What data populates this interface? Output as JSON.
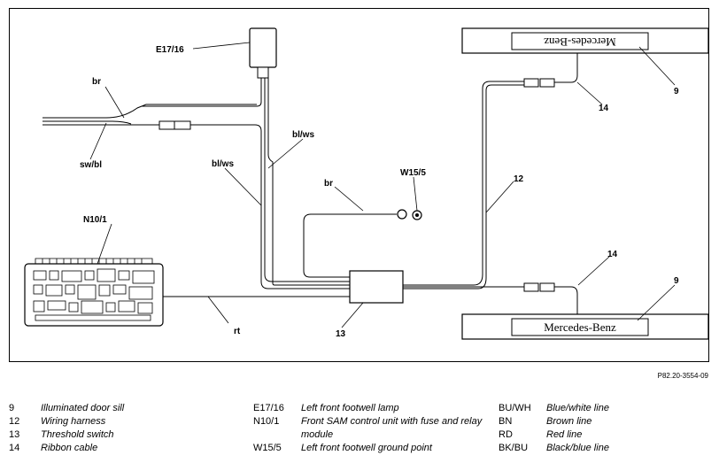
{
  "diagram": {
    "labels": {
      "e17_16": "E17/16",
      "n10_1": "N10/1",
      "w15_5": "W15/5",
      "br_top": "br",
      "sw_bl": "sw/bl",
      "bl_ws_1": "bl/ws",
      "bl_ws_2": "bl/ws",
      "br_ground": "br",
      "rt": "rt",
      "num_13": "13",
      "num_12": "12",
      "num_14_top": "14",
      "num_14_bottom": "14",
      "num_9_top": "9",
      "num_9_bottom": "9"
    },
    "sill_top_text": "Mercedes-Benz",
    "sill_bottom_text": "Mercedes-Benz",
    "reference": "P82.20-3554-09"
  },
  "legend": {
    "col1": [
      {
        "code": "9",
        "desc": "Illuminated door sill"
      },
      {
        "code": "12",
        "desc": "Wiring harness"
      },
      {
        "code": "13",
        "desc": "Threshold switch"
      },
      {
        "code": "14",
        "desc": "Ribbon cable"
      }
    ],
    "col2": [
      {
        "code": "E17/16",
        "desc": "Left front footwell lamp"
      },
      {
        "code": "N10/1",
        "desc": "Front SAM control unit with fuse and relay module"
      },
      {
        "code": "W15/5",
        "desc": "Left front footwell ground point"
      }
    ],
    "col3": [
      {
        "code": "BU/WH",
        "desc": "Blue/white line"
      },
      {
        "code": "BN",
        "desc": "Brown line"
      },
      {
        "code": "RD",
        "desc": "Red line"
      },
      {
        "code": "BK/BU",
        "desc": "Black/blue line"
      }
    ]
  }
}
